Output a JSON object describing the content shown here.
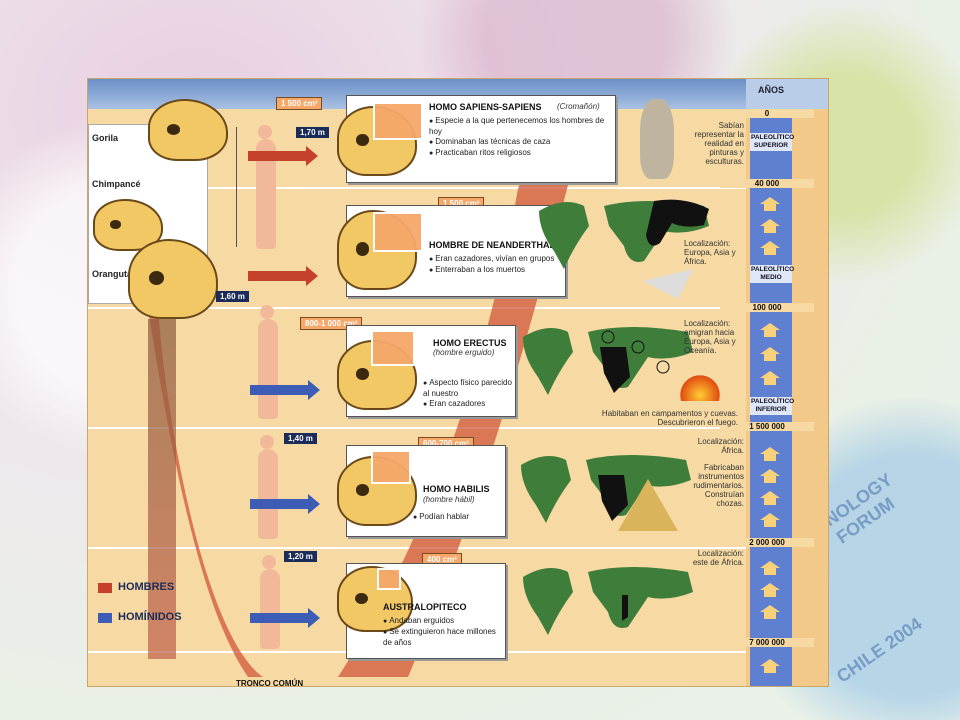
{
  "header": {
    "years_title": "AÑOS"
  },
  "apes": {
    "gorilla": "Gorila",
    "chimp": "Chimpancé",
    "orangutan": "Orangután"
  },
  "species": [
    {
      "name": "HOMO SAPIENS-SAPIENS",
      "alt": "(Cromañón)",
      "cranium": "1 500 cm³",
      "height": "1,70 m",
      "facts": [
        "Especie a la que pertenecemos los hombres de hoy",
        "Dominaban las técnicas de caza",
        "Practicaban ritos religiosos"
      ],
      "note": "Sabían representar la realidad en pinturas y esculturas."
    },
    {
      "name": "HOMBRE DE NEANDERTHAL",
      "alt": "",
      "cranium": "1 500 cm³",
      "height": "1,60 m",
      "facts": [
        "Eran cazadores, vivían en grupos",
        "Enterraban a los muertos"
      ],
      "note": "Localización: Europa, Asia y África."
    },
    {
      "name": "HOMO ERECTUS",
      "alt": "(hombre erguido)",
      "cranium": "800-1 000 cm³",
      "height": "",
      "facts": [
        "Aspecto físico parecido al nuestro",
        "Eran cazadores"
      ],
      "note": "Localización: emigran hacia Europa, Asia y Oceanía.",
      "note2": "Habitaban en campamentos y cuevas. Descubrieron el fuego."
    },
    {
      "name": "HOMO HABILIS",
      "alt": "(hombre hábil)",
      "cranium": "600-700 cm³",
      "height": "1,40 m",
      "facts": [
        "Podían hablar"
      ],
      "note": "Localización: África.",
      "note2": "Fabricaban instrumentos rudimentarios. Construían chozas."
    },
    {
      "name": "AUSTRALOPITECO",
      "alt": "",
      "cranium": "400 cm³",
      "height": "1,20 m",
      "facts": [
        "Andaban erguidos",
        "Se extinguieron hace millones de años"
      ],
      "note": "Localización: este de África."
    }
  ],
  "years": {
    "y0": "0",
    "y1": "40 000",
    "y2": "100 000",
    "y3": "1 500 000",
    "y4": "2 000 000",
    "y5": "7 000 000"
  },
  "periods": {
    "superior": "PALEOLÍTICO SUPERIOR",
    "medio": "PALEOLÍTICO MEDIO",
    "inferior": "PALEOLÍTICO INFERIOR"
  },
  "legend": {
    "hombres": "HOMBRES",
    "hominidos": "HOMÍNIDOS"
  },
  "trunk": "TRONCO COMÚN",
  "background_text": {
    "a": "NOLOGY FORUM",
    "b": "CHILE 2004"
  },
  "colors": {
    "band": "#f6d9a3",
    "years_bar": "#5f7fd0",
    "arrow_red": "#c6412c",
    "arrow_blue": "#3c5cb5",
    "brain": "#f6a86a"
  }
}
